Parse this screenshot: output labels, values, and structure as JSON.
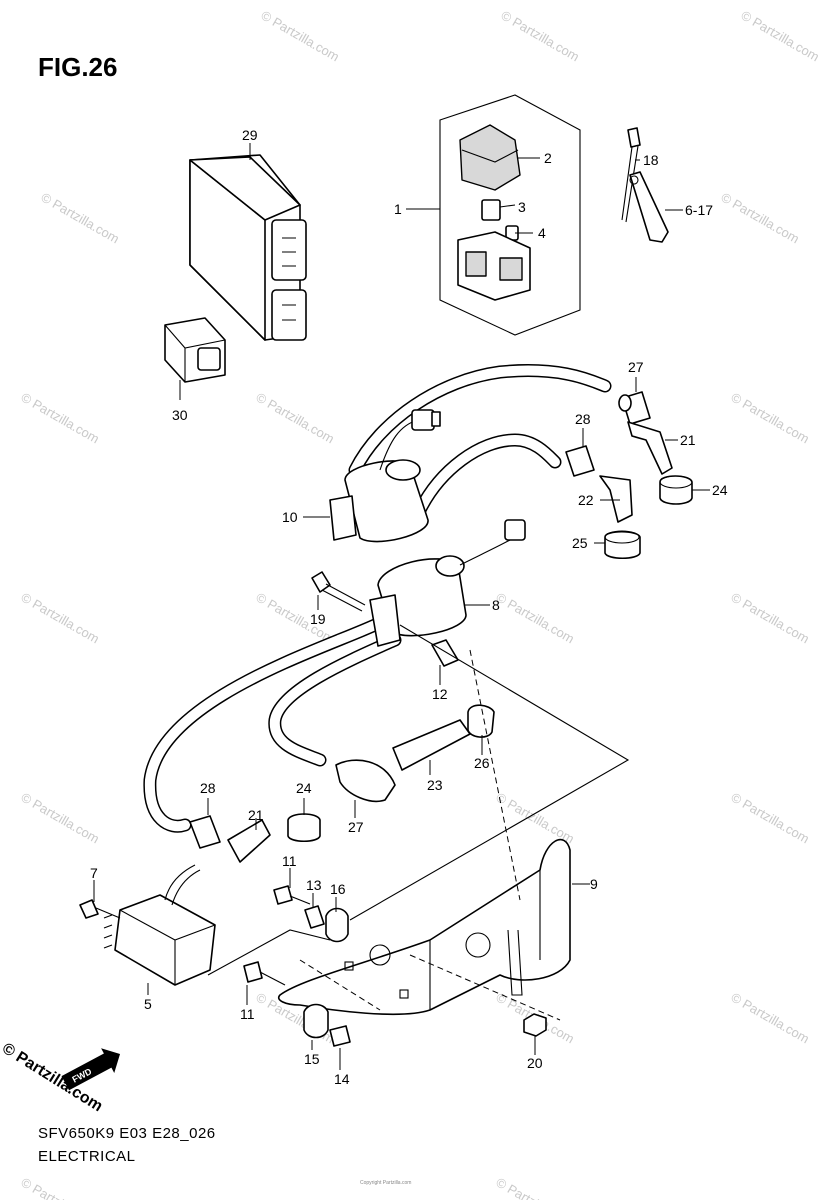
{
  "figure": {
    "title": "FIG.26",
    "diagram_code": "SFV650K9 E03 E28_026",
    "section": "ELECTRICAL"
  },
  "callouts": [
    "29",
    "1",
    "2",
    "3",
    "4",
    "18",
    "6-17",
    "30",
    "27",
    "28",
    "21",
    "24",
    "10",
    "22",
    "25",
    "8",
    "19",
    "12",
    "26",
    "23",
    "28",
    "24",
    "21",
    "27",
    "11",
    "13",
    "16",
    "9",
    "7",
    "5",
    "11",
    "15",
    "14",
    "20"
  ],
  "branding": {
    "watermark": "© Partzilla.com",
    "brand_mark": "© Partzilla.com",
    "forward_arrow": "FWD",
    "copyright_line": "Copyright Partzilla.com"
  },
  "colors": {
    "line": "#000000",
    "background": "#ffffff",
    "watermark": "#c9c9c9"
  }
}
